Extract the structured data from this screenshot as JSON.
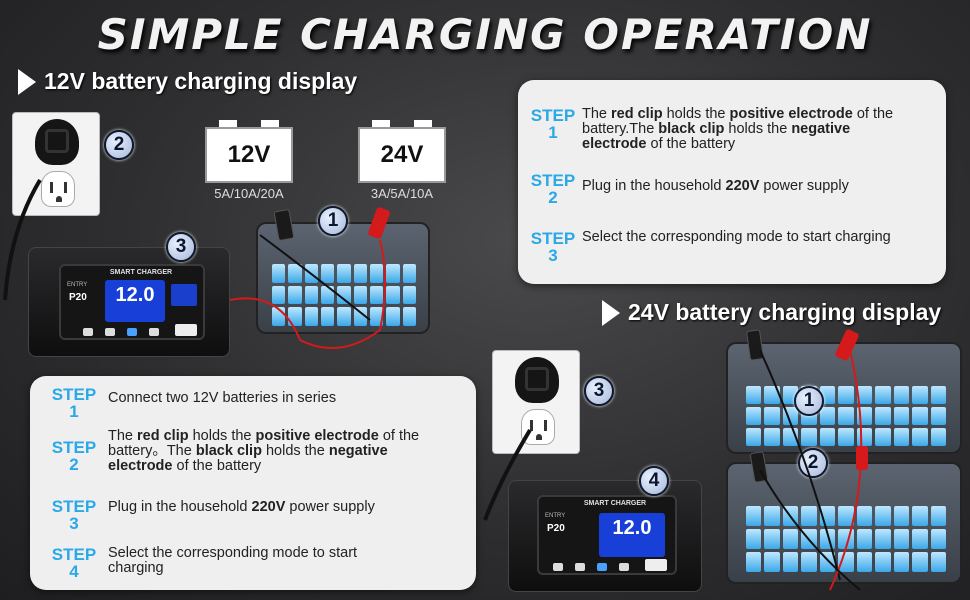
{
  "title": "SIMPLE CHARGING OPERATION",
  "section_12v": {
    "heading": "12V battery charging display"
  },
  "section_24v": {
    "heading": "24V battery charging display"
  },
  "battery_icons": [
    {
      "voltage": "12V",
      "spec": "5A/10A/20A"
    },
    {
      "voltage": "24V",
      "spec": "3A/5A/10A"
    }
  ],
  "charger": {
    "label": "SMART CHARGER",
    "model": "P20",
    "brand": "ENTRY",
    "display": "12.0"
  },
  "badges": {
    "n1": "1",
    "n2": "2",
    "n3": "3",
    "n4": "4"
  },
  "panel_12v": {
    "steps": [
      {
        "tag": "STEP",
        "num": "1",
        "p1": "The ",
        "b1": "red clip",
        "p2": " holds the ",
        "b2": "positive electrode",
        "p3": " of the battery.The ",
        "b3": "black clip",
        "p4": " holds the ",
        "b4": "negative electrode",
        "p5": " of the battery"
      },
      {
        "tag": "STEP",
        "num": "2",
        "p1": "Plug in the household ",
        "b1": "220V",
        "p2": " power supply"
      },
      {
        "tag": "STEP",
        "num": "3",
        "text": "Select the corresponding mode to start charging"
      }
    ]
  },
  "panel_24v": {
    "steps": [
      {
        "tag": "STEP",
        "num": "1",
        "text": "Connect two 12V batteries in series"
      },
      {
        "tag": "STEP",
        "num": "2",
        "p1": "The ",
        "b1": "red clip",
        "p2": " holds the ",
        "b2": "positive electrode",
        "p3": " of the battery。The ",
        "b3": "black clip",
        "p4": " holds the ",
        "b4": "negative electrode",
        "p5": " of the battery"
      },
      {
        "tag": "STEP",
        "num": "3",
        "p1": "Plug in the household ",
        "b1": "220V",
        "p2": " power supply"
      },
      {
        "tag": "STEP",
        "num": "4",
        "text": "Select the corresponding mode to start charging"
      }
    ]
  },
  "colors": {
    "step_blue": "#2aa8e8",
    "clip_red": "#d41a1a",
    "lcd_blue": "#1840d8"
  }
}
